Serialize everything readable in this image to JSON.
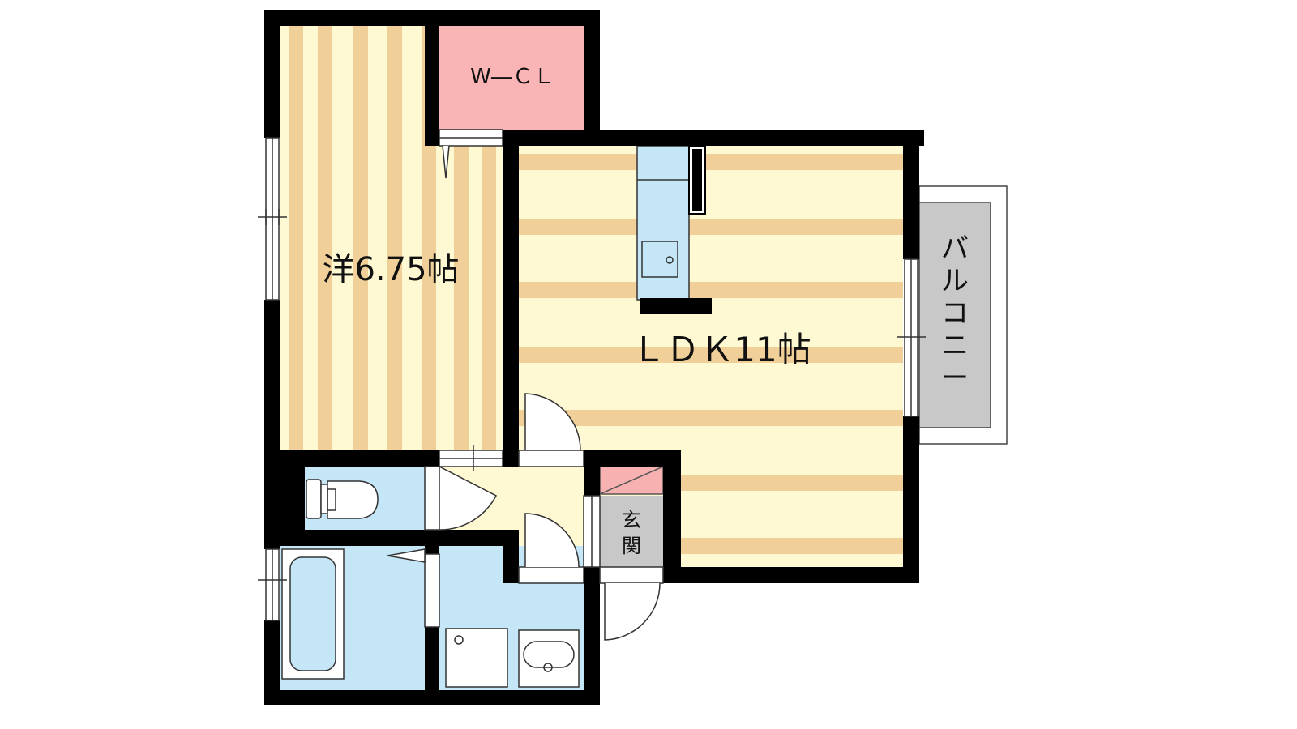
{
  "rooms": {
    "western": {
      "label": "洋6.75帖"
    },
    "closet": {
      "label": "W―ＣＬ"
    },
    "ldk": {
      "label": "ＬＤＫ11帖"
    },
    "balcony": {
      "label": "バルコニー"
    },
    "entrance": {
      "label": "玄関"
    }
  },
  "colors": {
    "floor_light": "#fef9d2",
    "floor_stripe": "#f1cf98",
    "closet": "#f9b4b6",
    "wet_area": "#c4e6f7",
    "balcony": "#c8c8c8",
    "entrance": "#c8c8c8",
    "shoe_box": "#f7b1b1",
    "wall": "#000000"
  }
}
